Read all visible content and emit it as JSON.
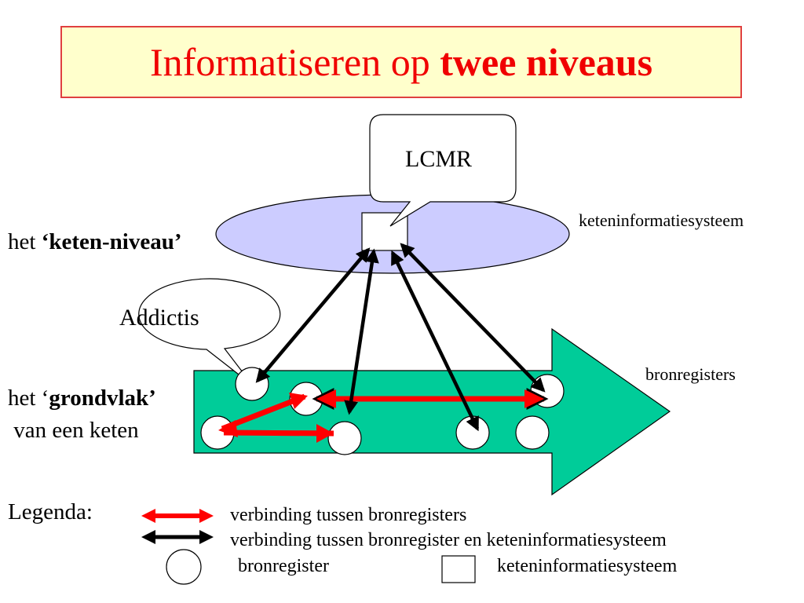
{
  "title": {
    "normal": "Informatiseren op ",
    "bold": "twee niveaus"
  },
  "callouts": {
    "lcmr": "LCMR",
    "addictis": "Addictis"
  },
  "labels": {
    "keteninformatiesysteem": "keteninformatiesysteem",
    "bronregisters": "bronregisters",
    "keten_niveau_prefix": "het ",
    "keten_niveau_bold": "‘keten-niveau’",
    "grondvlak_prefix": "het ‘",
    "grondvlak_bold": "grondvlak’",
    "grondvlak_line2": " van een keten"
  },
  "legend": {
    "title": "Legenda:",
    "red_arrow": "verbinding tussen bronregisters",
    "black_arrow": "verbinding tussen bronregister en keteninformatiesysteem",
    "circle": " bronregister",
    "square": "keteninformatiesysteem"
  },
  "colors": {
    "title_text": "#f00000",
    "title_bg": "#ffffcc",
    "ellipse_fill": "#ccccff",
    "chain_arrow_fill": "#00cc99",
    "red_connection": "#ff0000",
    "black_connection": "#000000"
  }
}
